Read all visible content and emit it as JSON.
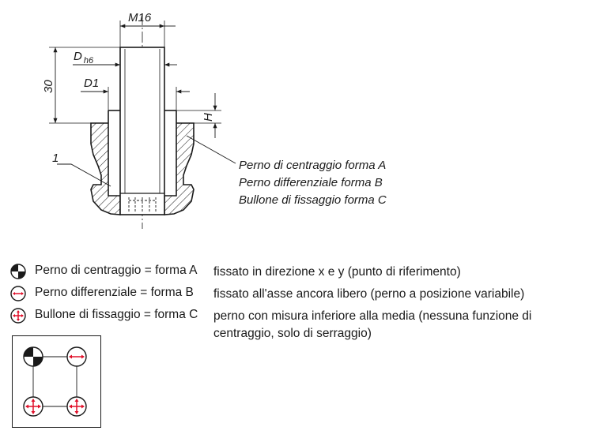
{
  "dimensions": {
    "thread": "M16",
    "diameter_main": "D",
    "diameter_sub": "h6",
    "diameter_small": "D1",
    "height_30": "30",
    "height_h": "H"
  },
  "callouts": {
    "item_number": "1",
    "lines": [
      "Perno di centraggio forma A",
      "Perno differenziale forma B",
      "Bullone di fissaggio forma C"
    ]
  },
  "legend": [
    {
      "name": "Perno di centraggio = forma A",
      "desc": "fissato in direzione x e y (punto di riferimento)",
      "symbol": "quadrant-icon"
    },
    {
      "name": "Perno differenziale = forma B",
      "desc": "fissato all'asse ancora libero (perno a posizione variabile)",
      "symbol": "horizontal-arrow-icon"
    },
    {
      "name": "Bullone di fissaggio = forma C",
      "desc": "perno con misura inferiore alla media (nessuna funzione di centraggio, solo di serraggio)",
      "symbol": "cross-arrow-icon"
    }
  ],
  "colors": {
    "accent_arrow": "#e0102a",
    "line": "#1a1a1a"
  }
}
